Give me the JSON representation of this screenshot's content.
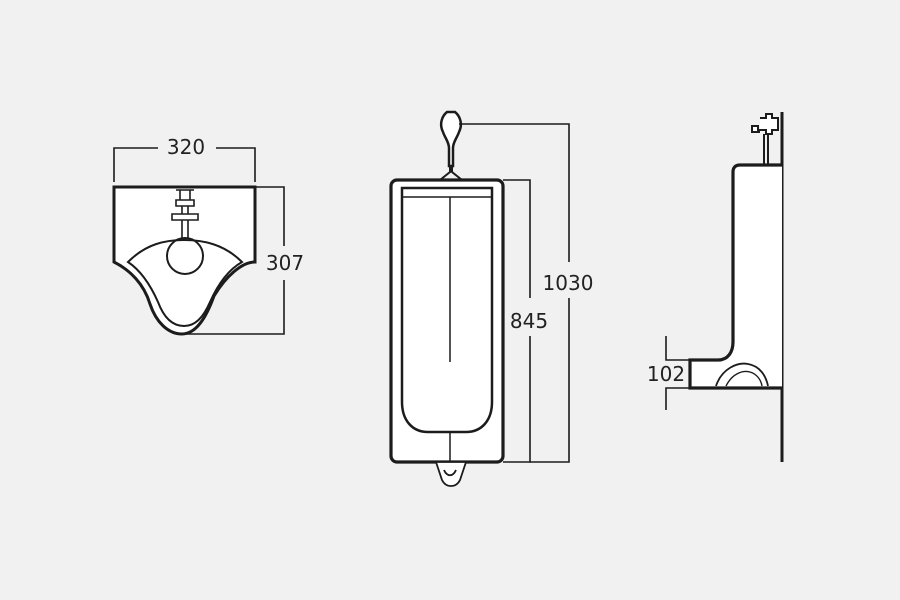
{
  "colors": {
    "background": "#f1f1f1",
    "line": "#1c1c1c",
    "fill": "#ffffff"
  },
  "views": {
    "top": {
      "name": "top-view",
      "width_label": "320",
      "depth_label": "307"
    },
    "front": {
      "name": "front-view",
      "body_height_label": "845",
      "overall_height_label": "1030"
    },
    "side": {
      "name": "side-view",
      "lip_height_label": "102"
    }
  }
}
